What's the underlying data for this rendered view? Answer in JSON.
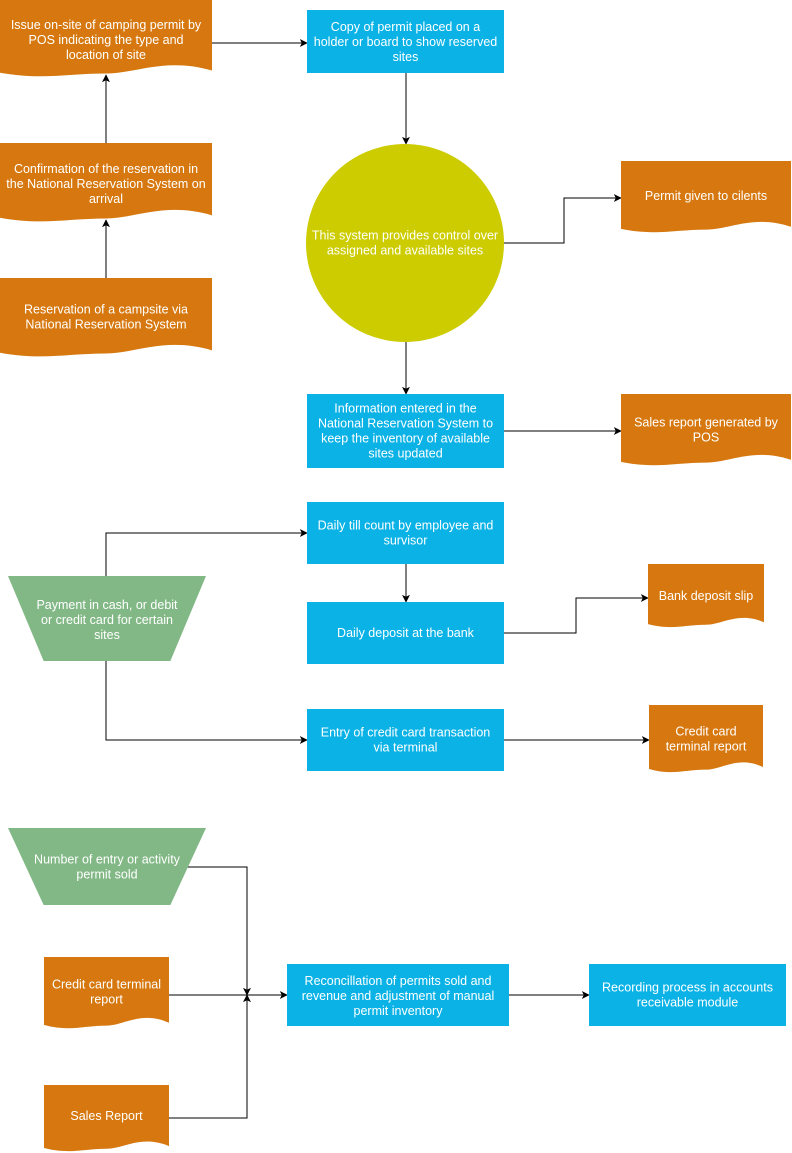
{
  "colors": {
    "document": "#d6780f",
    "process": "#0ab2e6",
    "decision": "#cccc00",
    "input": "#82b886",
    "edge": "#000000",
    "text": "#ffffff"
  },
  "nodes": {
    "issue_permit": {
      "shape": "document",
      "lines": [
        "Issue on-site of camping permit by",
        "POS indicating the type and",
        "location of site"
      ]
    },
    "confirmation": {
      "shape": "document",
      "lines": [
        "Confirmation of the reservation in",
        "the National Reservation System on",
        "arrival"
      ]
    },
    "reservation": {
      "shape": "document",
      "lines": [
        "Reservation of a campsite via",
        "National Reservation System"
      ]
    },
    "copy_permit": {
      "shape": "process",
      "lines": [
        "Copy of permit placed on a",
        "holder or board to show reserved",
        "sites"
      ]
    },
    "control_system": {
      "shape": "circle",
      "lines": [
        "This system provides control over",
        "assigned and available sites"
      ]
    },
    "permit_given": {
      "shape": "document",
      "lines": [
        "Permit given to cilents"
      ]
    },
    "info_entered": {
      "shape": "process",
      "lines": [
        "Information entered in the",
        "National Reservation System to",
        "keep the inventory of available",
        "sites updated"
      ]
    },
    "sales_report_pos": {
      "shape": "document",
      "lines": [
        "Sales report generated by",
        "POS"
      ]
    },
    "payment": {
      "shape": "trapezoid",
      "lines": [
        "Payment in cash, or debit",
        "or credit card for certain",
        "sites"
      ]
    },
    "till_count": {
      "shape": "process",
      "lines": [
        "Daily till count by employee and",
        "survisor"
      ]
    },
    "daily_deposit": {
      "shape": "process",
      "lines": [
        "Daily deposit at the bank"
      ]
    },
    "bank_slip": {
      "shape": "document",
      "lines": [
        "Bank deposit slip"
      ]
    },
    "cc_entry": {
      "shape": "process",
      "lines": [
        "Entry of credit card transaction",
        "via terminal"
      ]
    },
    "cc_report_1": {
      "shape": "document",
      "lines": [
        "Credit card",
        "terminal report"
      ]
    },
    "entry_permits": {
      "shape": "trapezoid",
      "lines": [
        "Number of entry or activity",
        "permit sold"
      ]
    },
    "cc_report_2": {
      "shape": "document",
      "lines": [
        "Credit card terminal",
        "report"
      ]
    },
    "sales_report": {
      "shape": "document",
      "lines": [
        "Sales Report"
      ]
    },
    "reconciliation": {
      "shape": "process",
      "lines": [
        "Reconcillation of permits sold and",
        "revenue and adjustment of manual",
        "permit inventory"
      ]
    },
    "recording": {
      "shape": "process",
      "lines": [
        "Recording process in accounts",
        "receivable module"
      ]
    }
  },
  "edges": [
    {
      "from": "reservation",
      "to": "confirmation"
    },
    {
      "from": "confirmation",
      "to": "issue_permit"
    },
    {
      "from": "issue_permit",
      "to": "copy_permit"
    },
    {
      "from": "copy_permit",
      "to": "control_system"
    },
    {
      "from": "control_system",
      "to": "permit_given"
    },
    {
      "from": "control_system",
      "to": "info_entered"
    },
    {
      "from": "info_entered",
      "to": "sales_report_pos"
    },
    {
      "from": "payment",
      "to": "till_count"
    },
    {
      "from": "till_count",
      "to": "daily_deposit"
    },
    {
      "from": "daily_deposit",
      "to": "bank_slip"
    },
    {
      "from": "payment",
      "to": "cc_entry"
    },
    {
      "from": "cc_entry",
      "to": "cc_report_1"
    },
    {
      "from": "entry_permits",
      "to": "reconciliation"
    },
    {
      "from": "cc_report_2",
      "to": "reconciliation"
    },
    {
      "from": "sales_report",
      "to": "reconciliation"
    },
    {
      "from": "reconciliation",
      "to": "recording"
    }
  ]
}
